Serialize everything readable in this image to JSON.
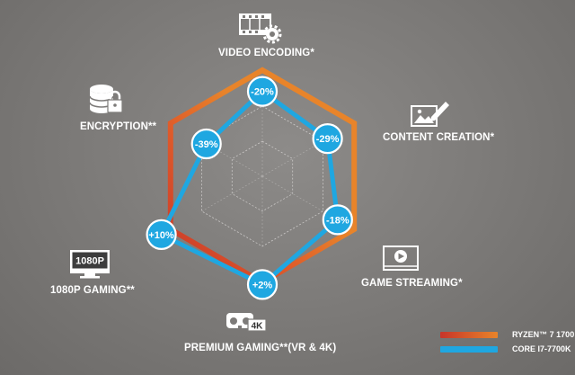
{
  "chart_data": {
    "type": "radar",
    "axes": [
      "VIDEO ENCODING*",
      "CONTENT CREATION*",
      "GAME STREAMING*",
      "PREMIUM GAMING**(VR & 4K)",
      "1080P GAMING**",
      "ENCRYPTION**"
    ],
    "series": [
      {
        "name": "RYZEN™ 7 1700",
        "values": [
          1.0,
          1.0,
          1.0,
          1.0,
          1.0,
          1.0
        ]
      },
      {
        "name": "CORE I7-7700K",
        "values": [
          0.8,
          0.71,
          0.82,
          1.02,
          1.1,
          0.61
        ]
      }
    ],
    "data_labels": [
      "-20%",
      "-29%",
      "-18%",
      "+2%",
      "+10%",
      "-39%"
    ],
    "grid_rings": [
      0.33,
      0.66,
      1.0
    ],
    "legend_position": "bottom-right",
    "colors": {
      "ryzen": "#e8842a",
      "ryzen_dark": "#c7352a",
      "core": "#1fa7e1",
      "text": "#ffffff",
      "grid": "#d6d4d2"
    }
  },
  "icons": [
    "film-gear-icon",
    "image-pen-icon",
    "video-play-icon",
    "vr-headset-4k-icon",
    "monitor-1080p-icon",
    "database-lock-icon"
  ],
  "icon_text": {
    "monitor": "1080P",
    "vr": "4K"
  }
}
